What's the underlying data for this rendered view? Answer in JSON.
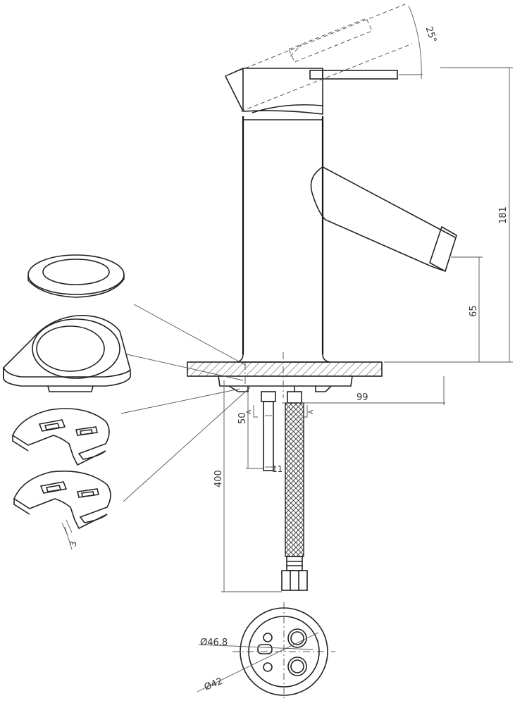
{
  "dimensions": {
    "handle_angle": "25°",
    "total_height": "181",
    "spout_height": "65",
    "spout_reach": "99",
    "shank_length": "50",
    "shank_dia": "11",
    "hose_length": "400",
    "washer_thickness": "3",
    "outer_dia": "Ø46.8",
    "inner_dia": "Ø42"
  },
  "section_marks": {
    "left": "A",
    "right": "A"
  }
}
